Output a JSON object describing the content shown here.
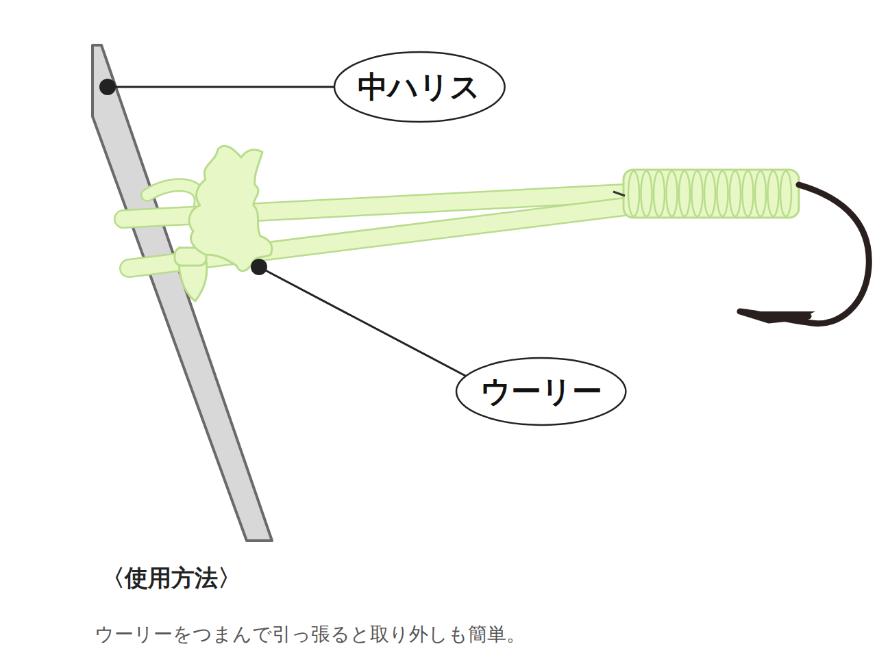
{
  "diagram": {
    "title": "〈使用方法〉",
    "caption": "ウーリーをつまんで引っ張ると取り外しも簡単。",
    "nodes": [
      {
        "text": [
          "中ハリス"
        ]
      },
      {
        "text": [
          "ウーリー"
        ]
      }
    ]
  }
}
